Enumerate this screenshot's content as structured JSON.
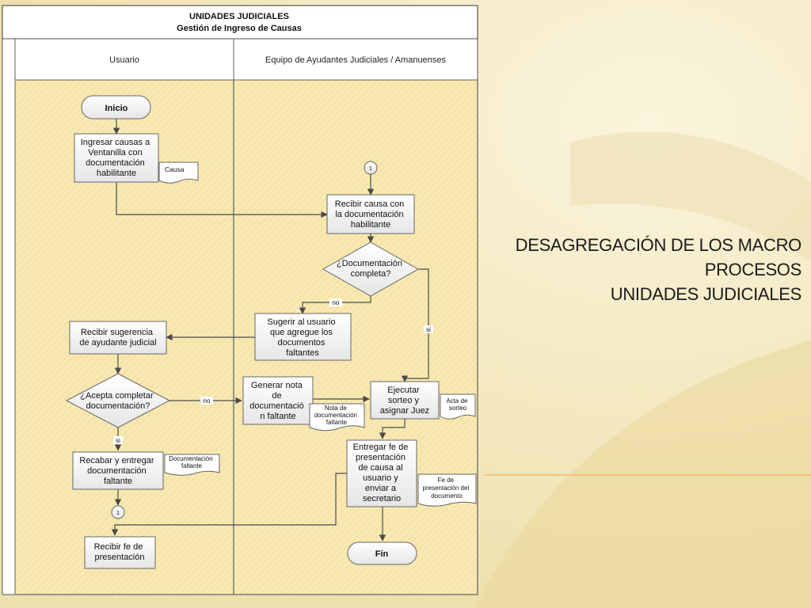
{
  "header": {
    "title": "UNIDADES JUDICIALES",
    "subtitle": "Gestión de Ingreso de Causas"
  },
  "lanes": {
    "left": "Usuario",
    "right": "Equipo de Ayudantes Judiciales / Amanuenses"
  },
  "nodes": {
    "inicio": "Inicio",
    "ingresar": [
      "Ingresar causas a",
      "Ventanilla con",
      "documentación",
      "habilitante"
    ],
    "doc_causa": "Causa",
    "connector_top": "1",
    "recibir_causa": [
      "Recibir causa con",
      "la documentación",
      "habilitante"
    ],
    "decision_completa": [
      "¿Documentación",
      "completa?"
    ],
    "label_no_1": "no",
    "label_si_1": "si",
    "sugerir": [
      "Sugerir al usuario",
      "que agregue los",
      "documentos",
      "faltantes"
    ],
    "recibir_sugerencia": [
      "Recibir sugerencia",
      "de ayudante judicial"
    ],
    "decision_acepta": [
      "¿Acepta completar",
      "documentación?"
    ],
    "label_no_2": "no",
    "label_si_2": "si",
    "generar_nota": [
      "Generar nota",
      "de",
      "documentació",
      "n faltante"
    ],
    "doc_nota": [
      "Nota de",
      "documentación",
      "faltante"
    ],
    "ejecutar_sorteo": [
      "Ejecutar",
      "sorteo y",
      "asignar Juez"
    ],
    "doc_acta": [
      "Acta de",
      "sorteo"
    ],
    "recabar": [
      "Recabar y entregar",
      "documentación",
      "faltante"
    ],
    "doc_faltante": [
      "Documentación",
      "faltante"
    ],
    "entregar_fe": [
      "Entregar fe de",
      "presentación",
      "de causa al",
      "usuario y",
      "enviar a",
      "secretario"
    ],
    "doc_fe": [
      "Fe de",
      "presentación del",
      "documento"
    ],
    "connector_bottom": "1",
    "recibir_fe": [
      "Recibir fe de",
      "presentación"
    ],
    "fin": "Fin"
  },
  "slide": {
    "title_lines": [
      "DESAGREGACIÓN DE LOS MACRO",
      "PROCESOS",
      "UNIDADES JUDICIALES"
    ]
  },
  "colors": {
    "background": "#f6ecc4",
    "diagram_fill": "#f8eab8",
    "header_fill": "#ffffff",
    "border": "#5f5f5f",
    "accent_line": "#f0b060"
  }
}
